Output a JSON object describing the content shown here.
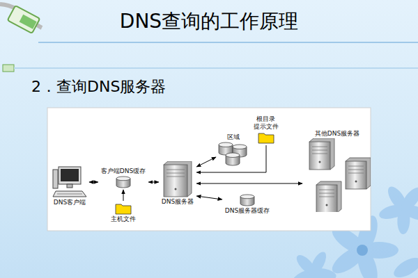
{
  "diagram": {
    "title": "DNS查询的工作原理",
    "nodes": [
      {
        "text": [
          "DNS客户端"
        ]
      },
      {
        "text": [
          "客户端DNS缓存"
        ]
      },
      {
        "text": [
          "主机文件"
        ]
      },
      {
        "text": [
          "DNS服务器"
        ]
      },
      {
        "text": [
          "区域"
        ]
      },
      {
        "text": [
          "根目录 提示文件"
        ]
      },
      {
        "text": [
          "DNS服务器缓存"
        ]
      },
      {
        "text": [
          "其他DNS服务器"
        ]
      }
    ],
    "edges": [
      {
        "from": 0,
        "to": 1,
        "arrow": "both"
      },
      {
        "from": 1,
        "to": 3,
        "arrow": "both"
      },
      {
        "from": 2,
        "to": 1,
        "arrow": "to"
      },
      {
        "from": 3,
        "to": 4,
        "arrow": "both"
      },
      {
        "from": 5,
        "to": 3,
        "arrow": "to"
      },
      {
        "from": 3,
        "to": 7,
        "arrow": "both"
      },
      {
        "from": 3,
        "to": 6,
        "arrow": "both"
      }
    ],
    "labels": [
      "2．查询DNS服务器"
    ]
  }
}
